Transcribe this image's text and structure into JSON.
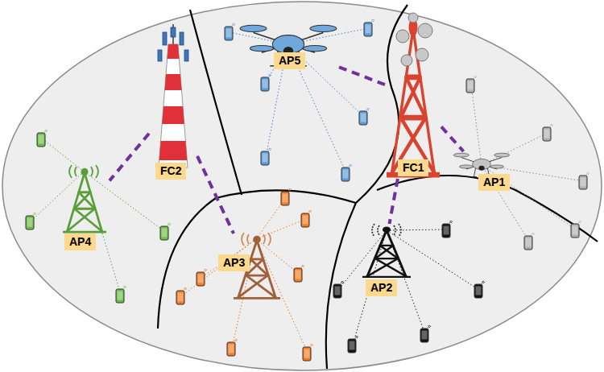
{
  "diagram": {
    "nodes": [
      {
        "text": [
          "AP5"
        ]
      },
      {
        "text": [
          "FC2"
        ]
      },
      {
        "text": [
          "FC1"
        ]
      },
      {
        "text": [
          "AP1"
        ]
      },
      {
        "text": [
          "AP4"
        ]
      },
      {
        "text": [
          "AP3"
        ]
      },
      {
        "text": [
          "AP2"
        ]
      }
    ],
    "edges": [
      {
        "from": 1,
        "to": 4,
        "arrow": "none"
      },
      {
        "from": 1,
        "to": 5,
        "arrow": "none"
      },
      {
        "from": 2,
        "to": 0,
        "arrow": "none"
      },
      {
        "from": 2,
        "to": 3,
        "arrow": "none"
      },
      {
        "from": 2,
        "to": 6,
        "arrow": "none"
      }
    ]
  }
}
